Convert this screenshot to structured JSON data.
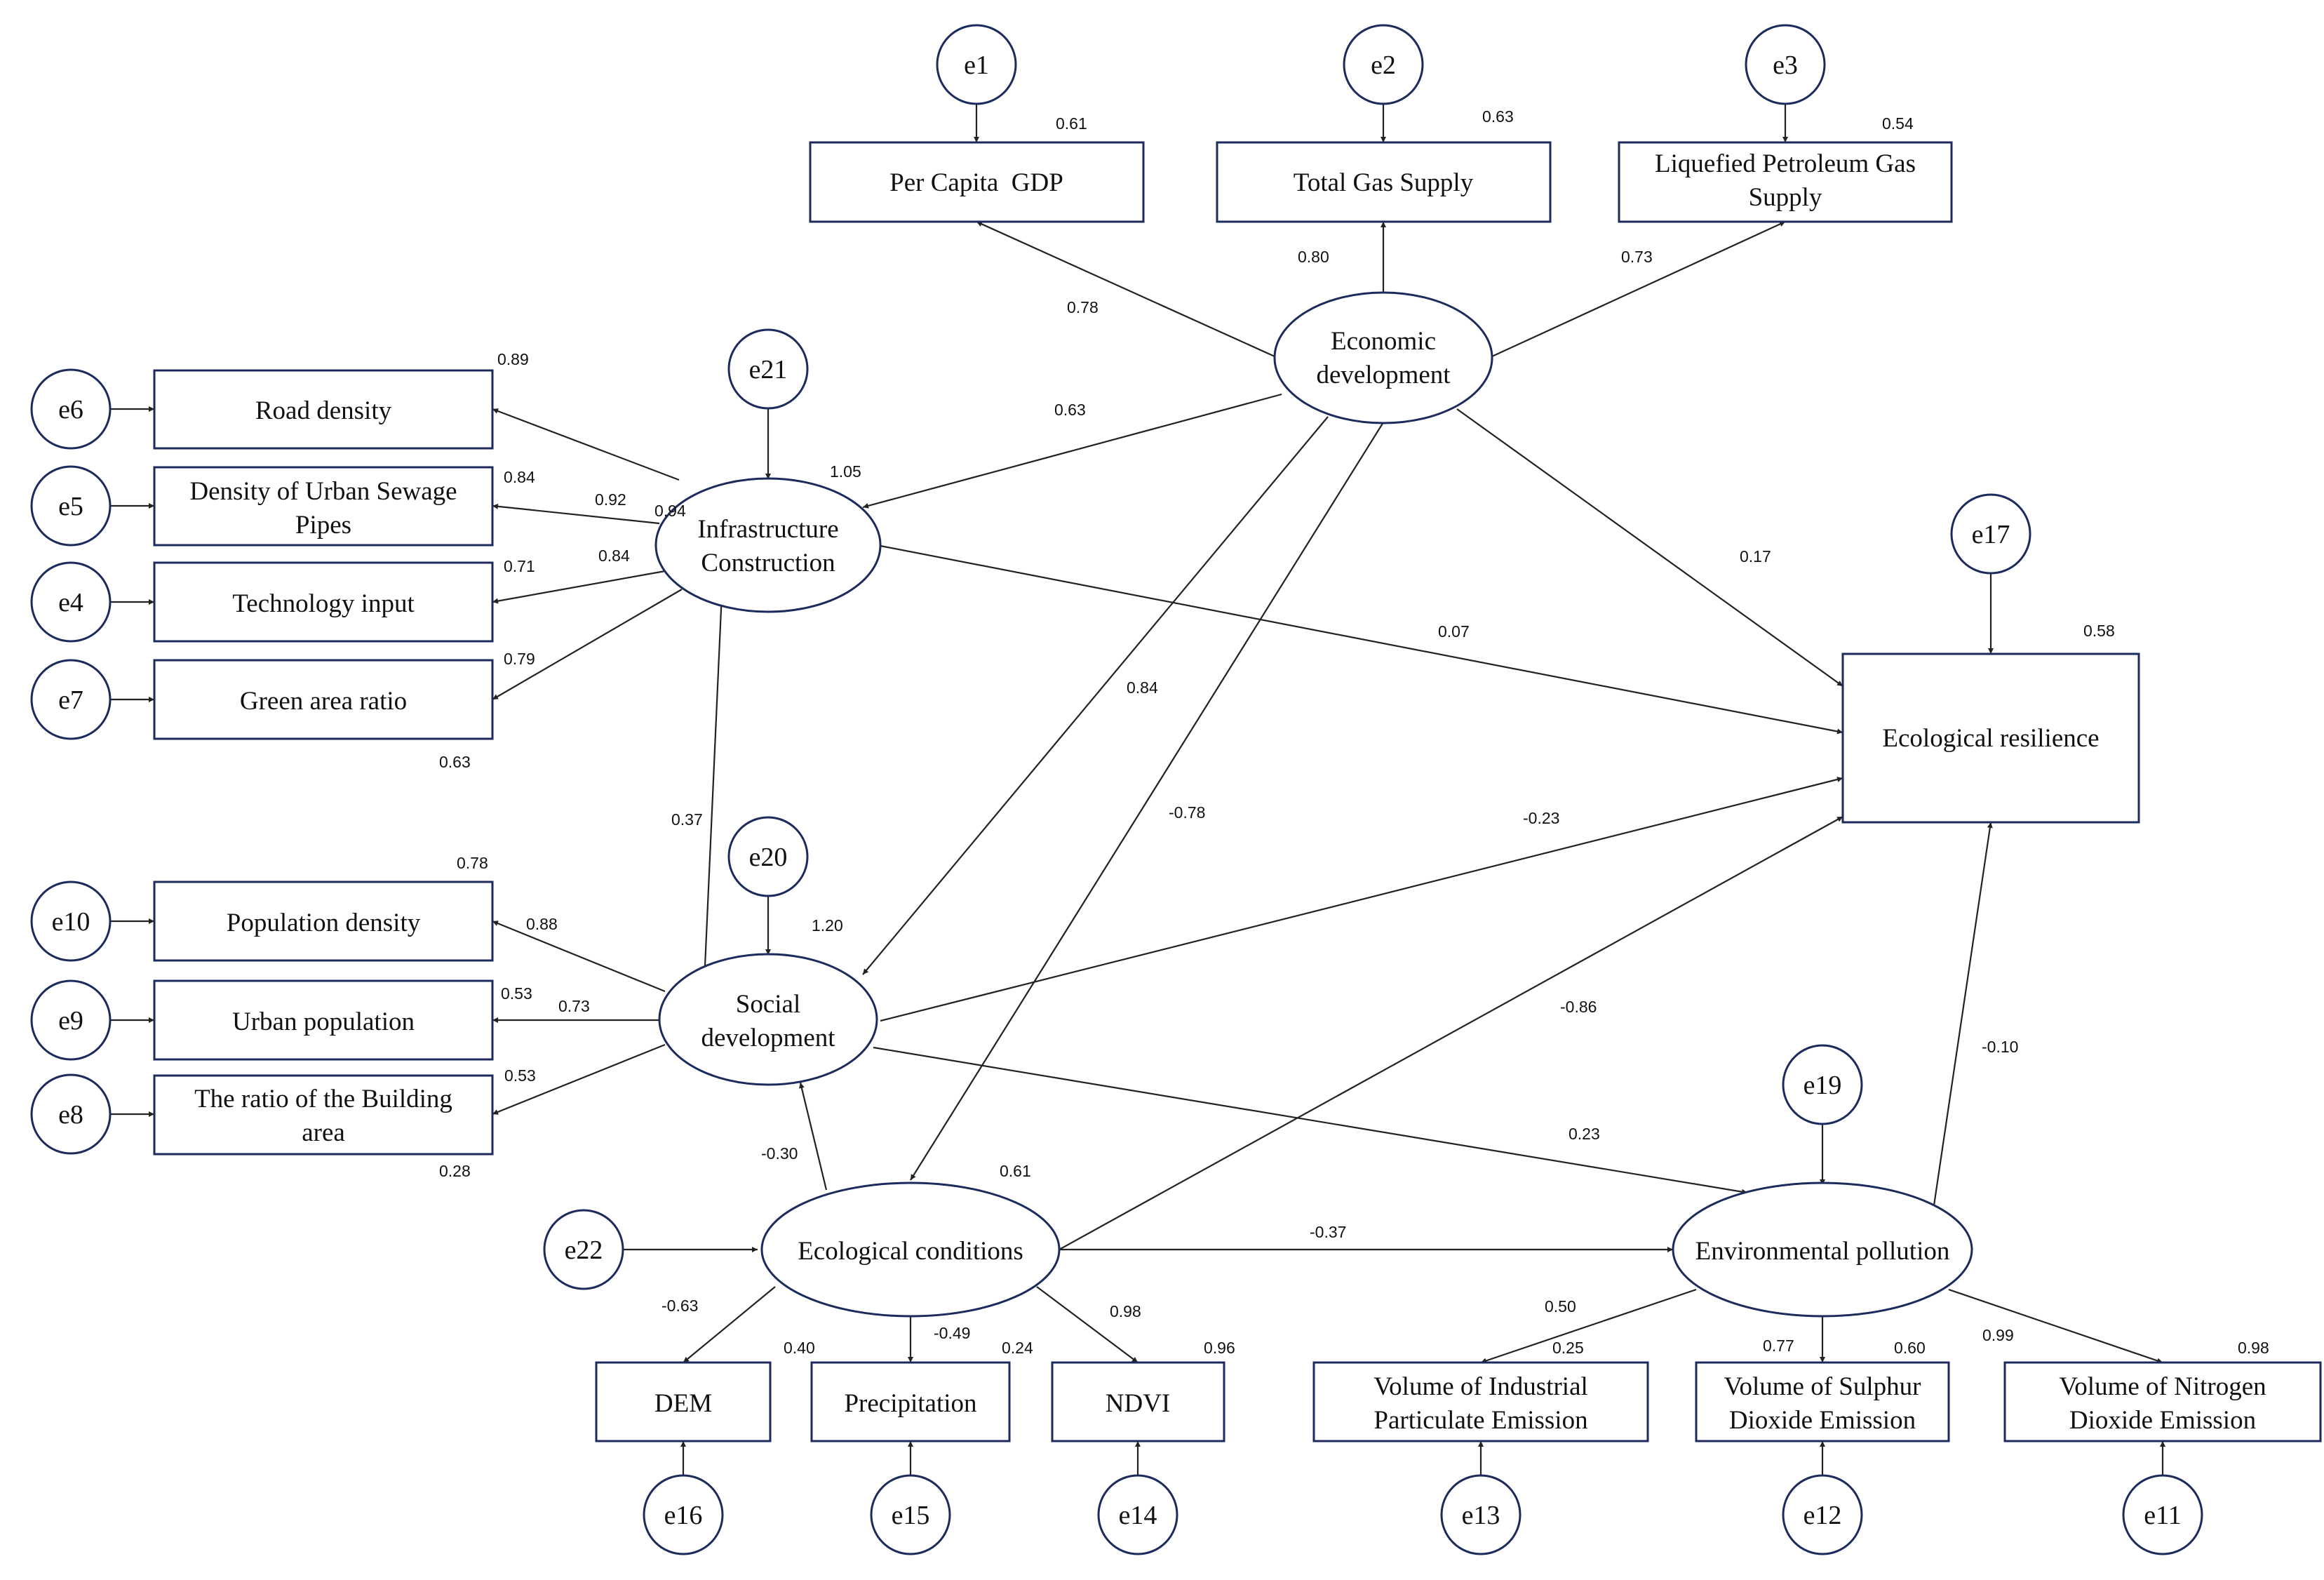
{
  "latents": {
    "economic": [
      "Economic",
      "development"
    ],
    "infra": [
      "Infrastructure",
      "Construction"
    ],
    "social": [
      "Social",
      "development"
    ],
    "eco_cond": [
      "Ecological conditions"
    ],
    "env_poll": [
      "Environmental pollution"
    ]
  },
  "indicators": {
    "gdp": [
      "Per Capita  GDP"
    ],
    "gas": [
      "Total Gas Supply"
    ],
    "lpg": [
      "Liquefied Petroleum Gas",
      "Supply"
    ],
    "road": [
      "Road density"
    ],
    "sewage": [
      "Density of Urban Sewage",
      "Pipes"
    ],
    "tech": [
      "Technology input"
    ],
    "green": [
      "Green area ratio"
    ],
    "popden": [
      "Population density"
    ],
    "urbpop": [
      "Urban population"
    ],
    "building": [
      "The ratio of the Building",
      "area"
    ],
    "dem": [
      "DEM"
    ],
    "precip": [
      "Precipitation"
    ],
    "ndvi": [
      "NDVI"
    ],
    "particulate": [
      "Volume of Industrial",
      "Particulate Emission"
    ],
    "so2": [
      "Volume of Sulphur",
      "Dioxide Emission"
    ],
    "no2": [
      "Volume of Nitrogen",
      "Dioxide Emission"
    ],
    "eco_res": [
      "Ecological resilience"
    ]
  },
  "errors": {
    "e1": "e1",
    "e2": "e2",
    "e3": "e3",
    "e4": "e4",
    "e5": "e5",
    "e6": "e6",
    "e7": "e7",
    "e8": "e8",
    "e9": "e9",
    "e10": "e10",
    "e11": "e11",
    "e12": "e12",
    "e13": "e13",
    "e14": "e14",
    "e15": "e15",
    "e16": "e16",
    "e17": "e17",
    "e19": "e19",
    "e20": "e20",
    "e21": "e21",
    "e22": "e22"
  },
  "coefficients": {
    "r2_gdp": "0.61",
    "r2_gas": "0.63",
    "r2_lpg": "0.54",
    "load_gdp": "0.78",
    "load_gas": "0.80",
    "load_lpg": "0.73",
    "econ_infra": "0.63",
    "econ_social": "0.84",
    "econ_ecocond": "-0.78",
    "econ_res": "0.17",
    "r2_road": "0.89",
    "load_road": "0.94",
    "r2_infra": "1.05",
    "r2_sewage": "0.84",
    "load_sewage": "0.92",
    "r2_tech": "0.71",
    "load_tech": "0.84",
    "load_green": "0.79",
    "r2_green": "0.63",
    "infra_res": "0.07",
    "r2_res": "0.58",
    "social_infra": "0.37",
    "social_res": "-0.23",
    "r2_popden": "0.78",
    "load_popden": "0.88",
    "r2_social": "1.20",
    "r2_urbpop": "0.53",
    "load_urbpop": "0.73",
    "load_building": "0.53",
    "r2_building": "0.28",
    "ecocond_res": "-0.86",
    "pollution_res": "-0.10",
    "social_pollution": "0.23",
    "ecocond_social": "-0.30",
    "r2_ecocond": "0.61",
    "ecocond_pollution": "-0.37",
    "load_dem": "-0.63",
    "r2_dem": "0.40",
    "load_precip": "-0.49",
    "r2_precip": "0.24",
    "load_ndvi": "0.98",
    "r2_ndvi": "0.96",
    "load_particulate": "0.50",
    "r2_particulate": "0.25",
    "load_so2": "0.77",
    "r2_so2": "0.60",
    "load_no2": "0.99",
    "r2_no2": "0.98"
  }
}
